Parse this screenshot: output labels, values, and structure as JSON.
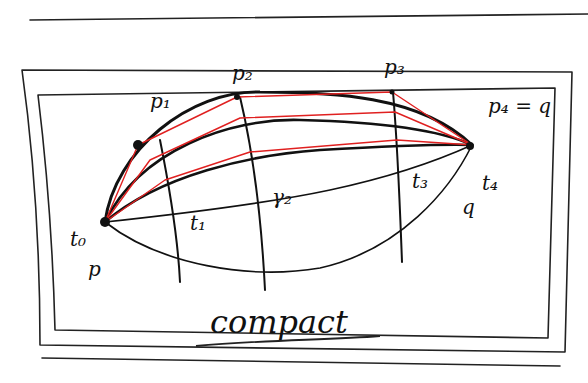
{
  "diagram": {
    "labels": [
      "p₁",
      "p₂",
      "p₃",
      "p₄ = q",
      "t₀",
      "p",
      "t₁",
      "γ₂",
      "t₃",
      "t₄",
      "q",
      "compact"
    ]
  }
}
